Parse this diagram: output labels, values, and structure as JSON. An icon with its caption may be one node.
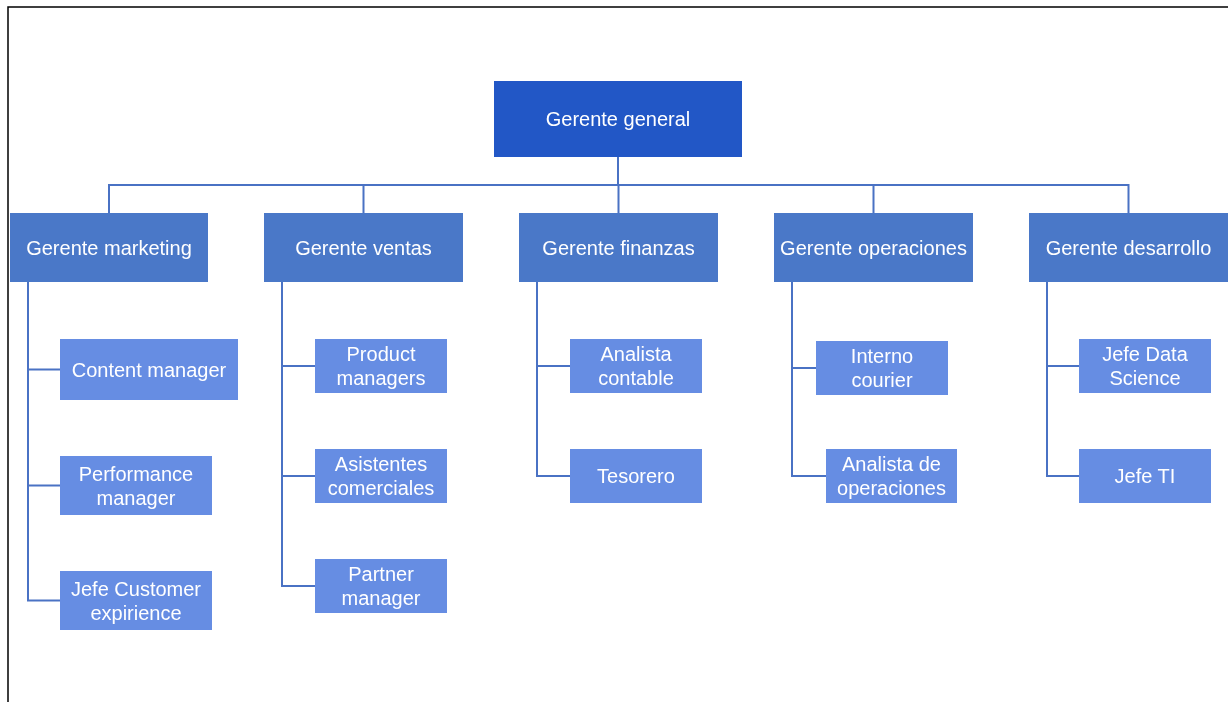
{
  "diagram": {
    "nodes": [
      {
        "text": [
          "Gerente general"
        ]
      },
      {
        "text": [
          "Gerente marketing"
        ]
      },
      {
        "text": [
          "Gerente ventas"
        ]
      },
      {
        "text": [
          "Gerente finanzas"
        ]
      },
      {
        "text": [
          "Gerente operaciones"
        ]
      },
      {
        "text": [
          "Gerente desarrollo"
        ]
      },
      {
        "text": [
          "Content manager"
        ]
      },
      {
        "text": [
          "Performance manager"
        ]
      },
      {
        "text": [
          "Jefe Customer expirience"
        ]
      },
      {
        "text": [
          "Product managers"
        ]
      },
      {
        "text": [
          "Asistentes comerciales"
        ]
      },
      {
        "text": [
          "Partner manager"
        ]
      },
      {
        "text": [
          "Analista contable"
        ]
      },
      {
        "text": [
          "Tesorero"
        ]
      },
      {
        "text": [
          "Interno courier"
        ]
      },
      {
        "text": [
          "Analista de operaciones"
        ]
      },
      {
        "text": [
          "Jefe Data Science"
        ]
      },
      {
        "text": [
          "Jefe TI"
        ]
      }
    ],
    "edges": [
      {
        "from": 0,
        "to": 1,
        "arrow": "none"
      },
      {
        "from": 0,
        "to": 2,
        "arrow": "none"
      },
      {
        "from": 0,
        "to": 3,
        "arrow": "none"
      },
      {
        "from": 0,
        "to": 4,
        "arrow": "none"
      },
      {
        "from": 0,
        "to": 5,
        "arrow": "none"
      },
      {
        "from": 1,
        "to": 6,
        "arrow": "none"
      },
      {
        "from": 1,
        "to": 7,
        "arrow": "none"
      },
      {
        "from": 1,
        "to": 8,
        "arrow": "none"
      },
      {
        "from": 2,
        "to": 9,
        "arrow": "none"
      },
      {
        "from": 2,
        "to": 10,
        "arrow": "none"
      },
      {
        "from": 2,
        "to": 11,
        "arrow": "none"
      },
      {
        "from": 3,
        "to": 12,
        "arrow": "none"
      },
      {
        "from": 3,
        "to": 13,
        "arrow": "none"
      },
      {
        "from": 4,
        "to": 14,
        "arrow": "none"
      },
      {
        "from": 4,
        "to": 15,
        "arrow": "none"
      },
      {
        "from": 5,
        "to": 16,
        "arrow": "none"
      },
      {
        "from": 5,
        "to": 17,
        "arrow": "none"
      }
    ]
  }
}
